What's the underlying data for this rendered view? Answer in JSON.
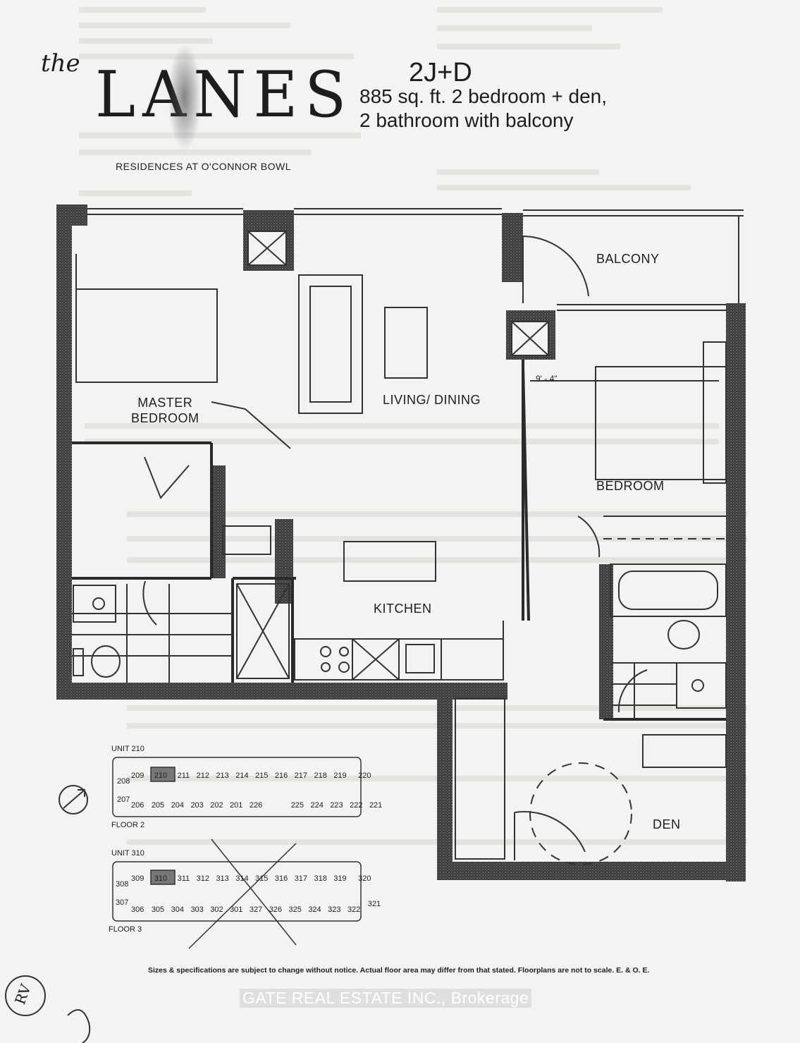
{
  "logo": {
    "prefix": "the",
    "name": "LANES",
    "subtitle": "RESIDENCES AT O'CONNOR BOWL"
  },
  "unit": {
    "code": "2J+D",
    "description_line1": "885 sq. ft. 2 bedroom + den,",
    "description_line2": "2 bathroom with balcony"
  },
  "rooms": {
    "balcony": "BALCONY",
    "living_dining": "LIVING/ DINING",
    "master_bedroom_line1": "MASTER",
    "master_bedroom_line2": "BEDROOM",
    "bedroom": "BEDROOM",
    "kitchen": "KITCHEN",
    "den": "DEN",
    "bedroom_dimension": "9' - 4\""
  },
  "key_plans": [
    {
      "unit_label": "UNIT 210",
      "floor_label": "FLOOR 2",
      "top_row": [
        "209",
        "210",
        "211",
        "212",
        "213",
        "214",
        "215",
        "216",
        "217",
        "218",
        "219",
        "220"
      ],
      "bottom_row": [
        "206",
        "205",
        "204",
        "203",
        "202",
        "201",
        "226",
        "225",
        "224",
        "223",
        "222",
        "221"
      ],
      "end_left": [
        "208",
        "207"
      ]
    },
    {
      "unit_label": "UNIT 310",
      "floor_label": "FLOOR 3",
      "top_row": [
        "309",
        "310",
        "311",
        "312",
        "313",
        "314",
        "315",
        "316",
        "317",
        "318",
        "319",
        "320"
      ],
      "bottom_row": [
        "306",
        "305",
        "304",
        "303",
        "302",
        "301",
        "327",
        "326",
        "325",
        "324",
        "323",
        "322",
        "321"
      ],
      "end_left": [
        "308",
        "307"
      ]
    }
  ],
  "disclaimer": "Sizes & specifications are subject to change without notice. Actual floor area may differ from that stated. Floorplans are not to scale. E. & O. E.",
  "watermark": "GATE REAL ESTATE INC., Brokerage",
  "handwriting": [
    "RV"
  ]
}
